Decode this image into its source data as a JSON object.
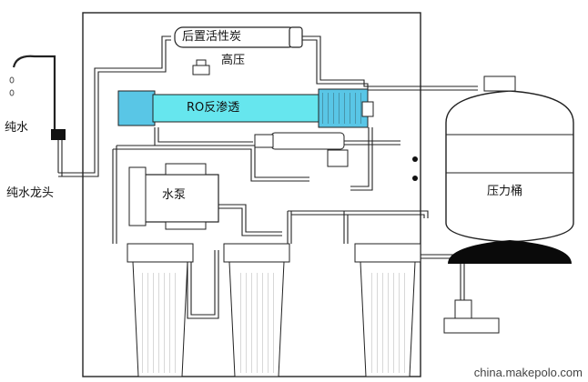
{
  "labels": {
    "post_carbon": "后置活性炭",
    "high_pressure": "高压",
    "ro_membrane": "RO反渗透",
    "pure_water": "纯水",
    "pump": "水泵",
    "pure_faucet": "纯水龙头",
    "pressure_tank": "压力桶"
  },
  "watermark": "china.makepolo.com",
  "colors": {
    "line": "#1a1a1a",
    "membrane": "#66e6ee",
    "membrane_cap": "#59c6e6",
    "tank": "#ffffff",
    "tank_base": "#0a0a0a"
  }
}
